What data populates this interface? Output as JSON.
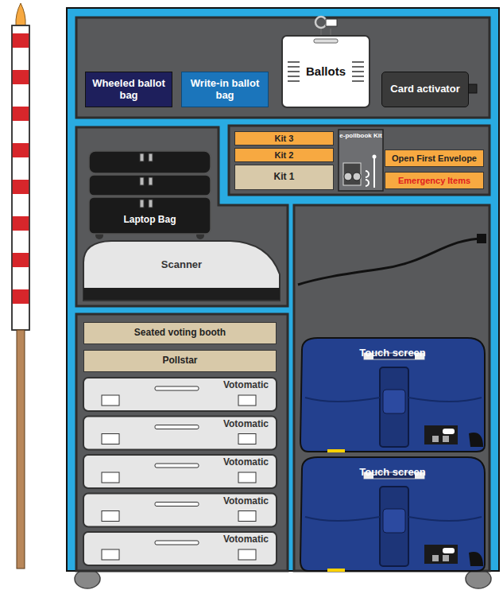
{
  "diagram": {
    "nodes": [
      {
        "text": [
          "Wheeled ballot bag"
        ]
      },
      {
        "text": [
          "Write-in ballot bag"
        ]
      },
      {
        "text": [
          "Ballots"
        ]
      },
      {
        "text": [
          "Card activator"
        ]
      },
      {
        "text": [
          "Kit 3"
        ]
      },
      {
        "text": [
          "Kit 2"
        ]
      },
      {
        "text": [
          "Kit 1"
        ]
      },
      {
        "text": [
          "e-pollbook Kit"
        ]
      },
      {
        "text": [
          "Open First Envelope"
        ]
      },
      {
        "text": [
          "Emergency Items"
        ]
      },
      {
        "text": [
          "Laptop Bag"
        ]
      },
      {
        "text": [
          "Scanner"
        ]
      },
      {
        "text": [
          "Seated voting booth"
        ]
      },
      {
        "text": [
          "Pollstar"
        ]
      },
      {
        "text": [
          "Votomatic"
        ]
      },
      {
        "text": [
          "Votomatic"
        ]
      },
      {
        "text": [
          "Votomatic"
        ]
      },
      {
        "text": [
          "Votomatic"
        ]
      },
      {
        "text": [
          "Votomatic"
        ]
      },
      {
        "text": [
          "Touch screen"
        ]
      },
      {
        "text": [
          "Touch screen"
        ]
      }
    ]
  }
}
